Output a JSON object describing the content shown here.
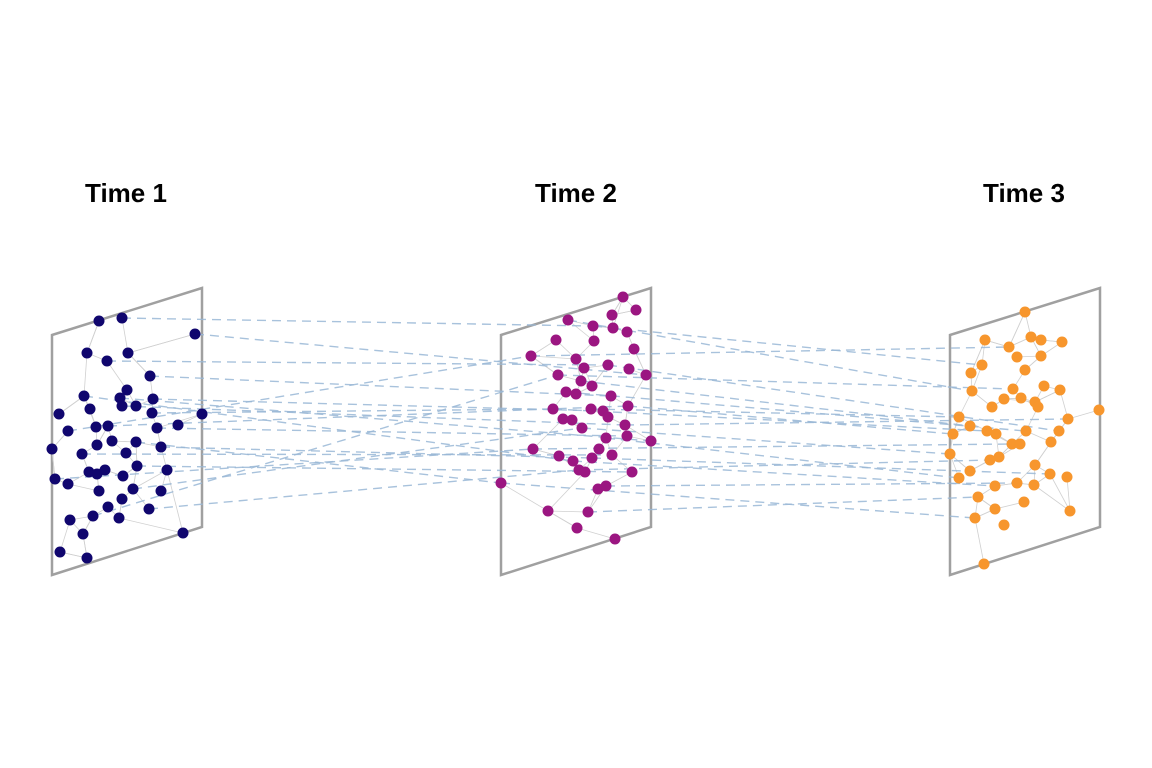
{
  "layers": [
    {
      "title": "Time 1",
      "color": "#10066e"
    },
    {
      "title": "Time 2",
      "color": "#9b1681"
    },
    {
      "title": "Time 3",
      "color": "#f7962d"
    }
  ],
  "styles": {
    "frame_color": "#a0a0a0",
    "intra_edge_color": "#d0d0d0",
    "inter_edge_color": "#9ab8d6"
  }
}
